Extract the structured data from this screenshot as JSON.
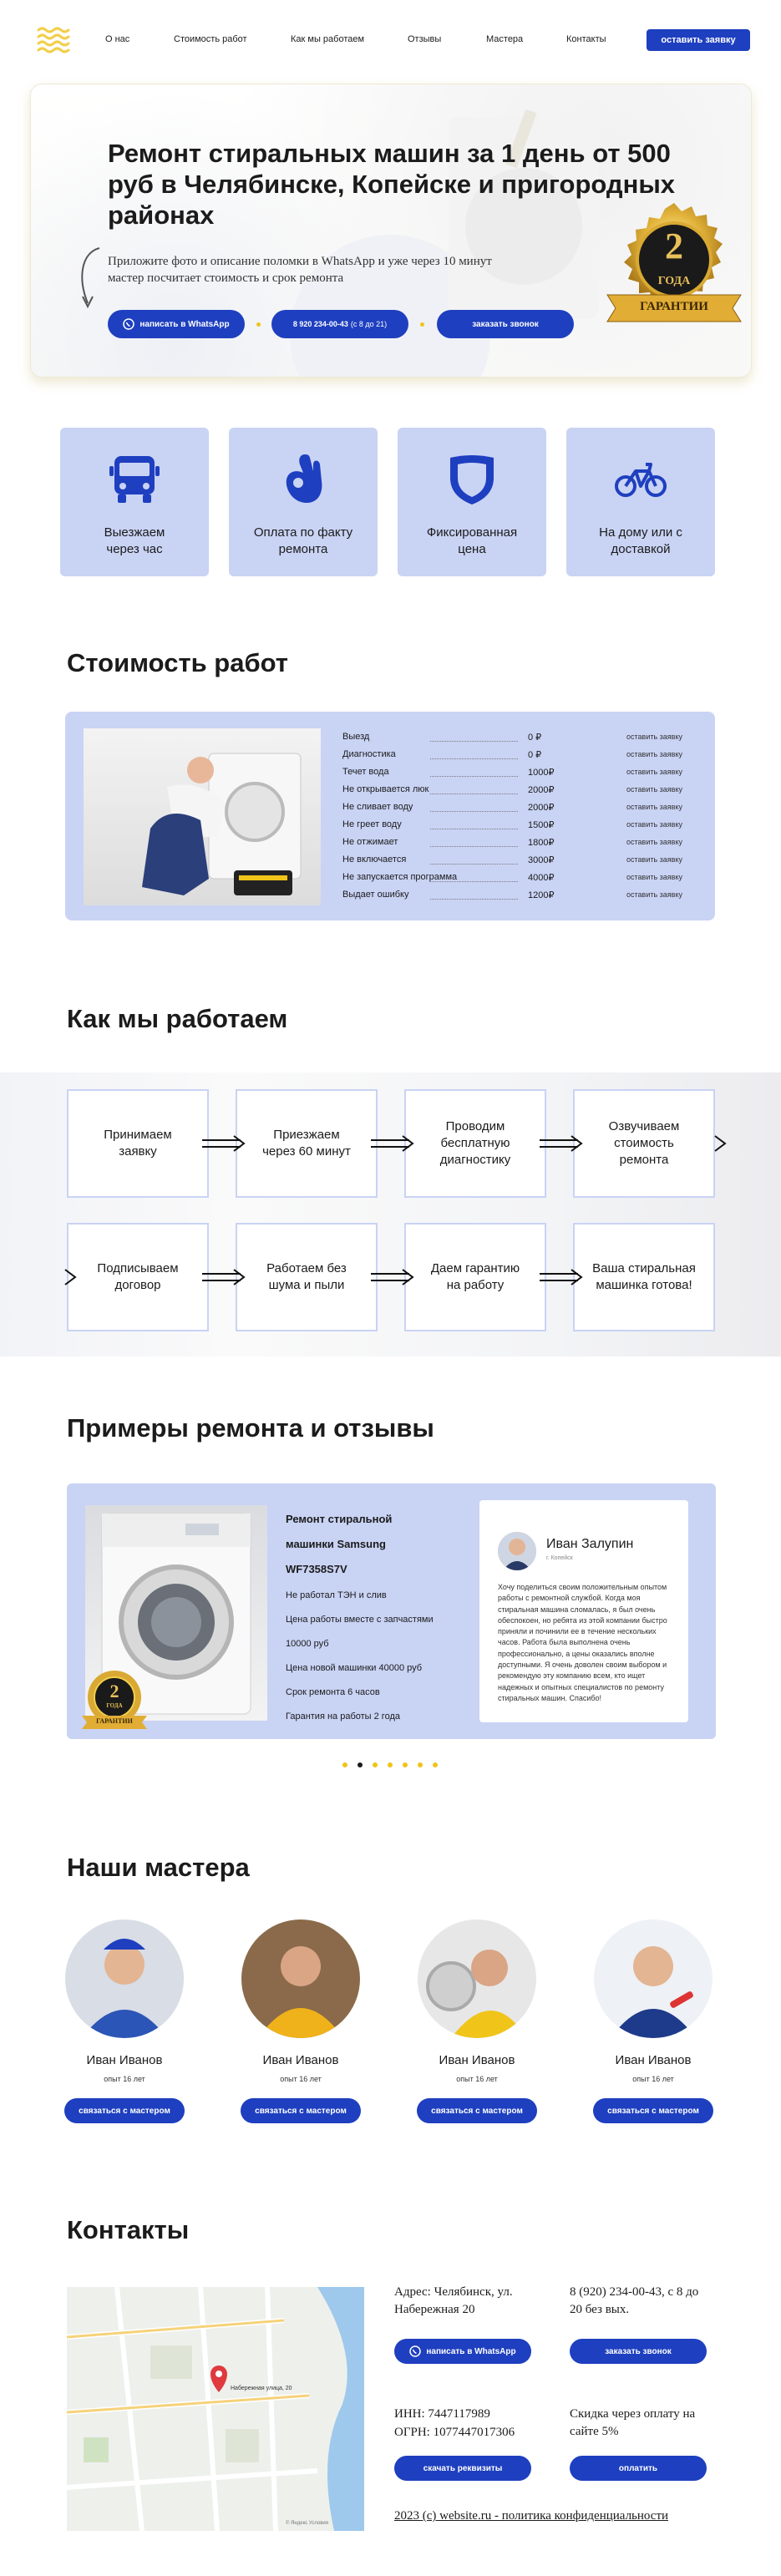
{
  "header": {
    "nav": [
      "О нас",
      "Стоимость работ",
      "Как мы работаем",
      "Отзывы",
      "Мастера",
      "Контакты"
    ],
    "cta": "оставить заявку"
  },
  "hero": {
    "title": "Ремонт стиральных машин за 1 день от 500 руб в Челябинске, Копейске и пригородных районах",
    "subtitle": "Приложите фото и описание поломки в WhatsApp и уже через 10 минут мастер посчитает стоимость и срок ремонта",
    "btn_whatsapp": "написать в WhatsApp",
    "phone": "8 920 234-00-43",
    "phone_hours": "(с 8 до 21)",
    "btn_call": "заказать звонок",
    "badge_number": "2",
    "badge_line1": "ГОДА",
    "badge_line2": "ГАРАНТИИ"
  },
  "features": [
    {
      "label": "Выезжаем через час",
      "icon": "bus-icon"
    },
    {
      "label": "Оплата по факту ремонта",
      "icon": "ok-hand-icon"
    },
    {
      "label": "Фиксированная цена",
      "icon": "shield-icon"
    },
    {
      "label": "На дому или с доставкой",
      "icon": "bicycle-icon"
    }
  ],
  "price": {
    "title": "Стоимость работ",
    "order_label": "оставить заявку",
    "rows": [
      {
        "name": "Выезд",
        "price": "0 ₽"
      },
      {
        "name": "Диагностика",
        "price": "0 ₽"
      },
      {
        "name": "Течет вода",
        "price": "1000₽"
      },
      {
        "name": "Не открывается люк",
        "price": "2000₽"
      },
      {
        "name": "Не сливает воду",
        "price": "2000₽"
      },
      {
        "name": "Не греет воду",
        "price": "1500₽"
      },
      {
        "name": "Не отжимает",
        "price": "1800₽"
      },
      {
        "name": "Не включается",
        "price": "3000₽"
      },
      {
        "name": "Не запускается программа",
        "price": "4000₽"
      },
      {
        "name": "Выдает ошибку",
        "price": "1200₽"
      }
    ]
  },
  "process": {
    "title": "Как мы работаем",
    "steps": [
      "Принимаем заявку",
      "Приезжаем через 60 минут",
      "Проводим бесплатную диагностику",
      "Озвучиваем стоимость ремонта",
      "Подписываем договор",
      "Работаем без шума и пыли",
      "Даем гарантию на работу",
      "Ваша стиральная машинка готова!"
    ]
  },
  "reviews": {
    "title": "Примеры ремонта и отзывы",
    "case_title": "Ремонт стиральной машинки Samsung WF7358S7V",
    "case_lines": [
      "Не работал ТЭН и слив",
      "Цена работы вместе с запчастями",
      "10000 руб",
      "Цена новой машинки 40000 руб",
      "Срок ремонта 6 часов",
      "Гарантия на работы 2 года"
    ],
    "badge_number": "2",
    "badge_line1": "ГОДА",
    "badge_line2": "ГАРАНТИИ",
    "reviewer_name": "Иван Залупин",
    "reviewer_city": "г. Копейск",
    "review_text": "Хочу поделиться своим положительным опытом работы с ремонтной службой. Когда моя стиральная машина сломалась, я был очень обеспокоен, но ребята из этой компании быстро приняли и починили ее в течение нескольких часов. Работа была выполнена очень профессионально, а цены оказались вполне доступными. Я очень доволен своим выбором и рекомендую эту компанию всем, кто ищет надежных и опытных специалистов по ремонту стиральных машин. Спасибо!",
    "dots": 7,
    "active_dot": 1
  },
  "masters": {
    "title": "Наши мастера",
    "items": [
      {
        "name": "Иван Иванов",
        "exp": "опыт 16 лет",
        "btn": "связаться с мастером"
      },
      {
        "name": "Иван Иванов",
        "exp": "опыт 16 лет",
        "btn": "связаться с мастером"
      },
      {
        "name": "Иван Иванов",
        "exp": "опыт 16 лет",
        "btn": "связаться с мастером"
      },
      {
        "name": "Иван Иванов",
        "exp": "опыт 16 лет",
        "btn": "связаться с мастером"
      }
    ]
  },
  "contacts": {
    "title": "Контакты",
    "address": "Адрес: Челябинск, ул. Набережная 20",
    "phone": "8 (920) 234-00-43, с 8 до 20 без вых.",
    "btn_whatsapp": "написать в WhatsApp",
    "btn_call": "заказать звонок",
    "inn": "ИНН: 7447117989",
    "ogrn": "ОГРН: 1077447017306",
    "discount": "Скидка через оплату на сайте 5%",
    "btn_requisites": "скачать реквизиты",
    "btn_pay": "оплатить",
    "map_label": "Набережная улица, 20",
    "map_copyright": "© Яндекс Условия",
    "footer": "2023 (c) website.ru - политика конфиденциальности"
  },
  "colors": {
    "accent": "#1e3fbf",
    "card": "#c9d3f4",
    "logo": "#f2cf4a"
  }
}
